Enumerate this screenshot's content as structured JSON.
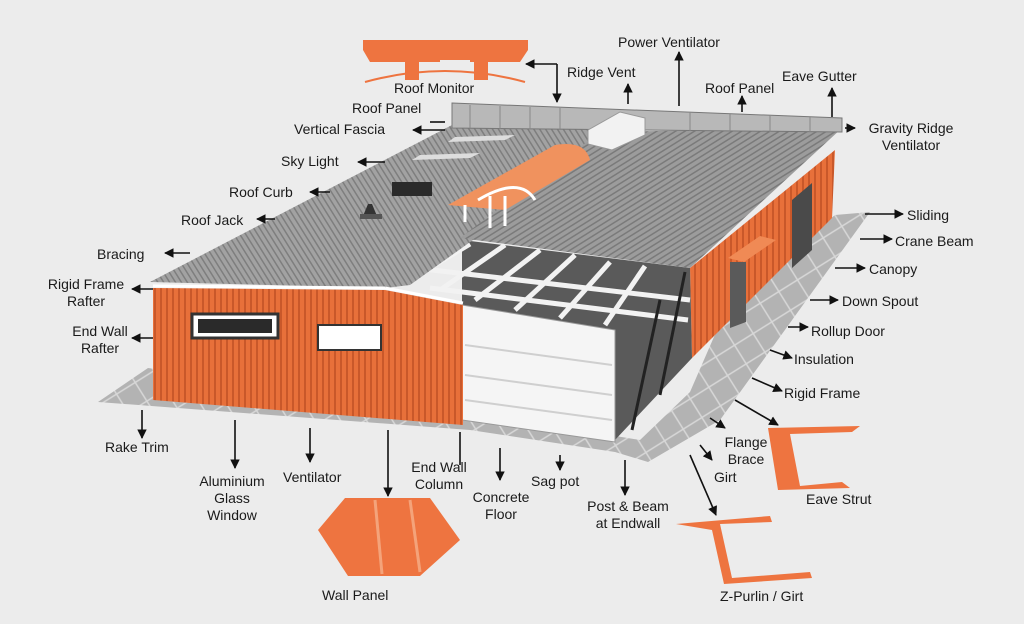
{
  "colors": {
    "background": "#ececec",
    "wall_orange": "#e8703a",
    "roof_gray": "#9a9a9a",
    "floor_gray": "#a8a8a8",
    "component_orange": "#ee7440",
    "arrow": "#111111"
  },
  "labels": {
    "roof_monitor": "Roof Monitor",
    "power_ventilator": "Power Ventilator",
    "ridge_vent": "Ridge Vent",
    "roof_panel_right": "Roof Panel",
    "eave_gutter": "Eave Gutter",
    "roof_panel_left": "Roof Panel",
    "vertical_fascia": "Vertical Fascia",
    "gravity_ridge_ventilator": "Gravity Ridge\nVentilator",
    "sky_light": "Sky Light",
    "roof_curb": "Roof Curb",
    "roof_jack": "Roof Jack",
    "sliding": "Sliding",
    "bracing": "Bracing",
    "crane_beam": "Crane Beam",
    "canopy": "Canopy",
    "rigid_frame_rafter": "Rigid Frame\nRafter",
    "down_spout": "Down Spout",
    "end_wall_rafter": "End Wall\nRafter",
    "rollup_door": "Rollup Door",
    "insulation": "Insulation",
    "rigid_frame": "Rigid Frame",
    "flange_brace": "Flange\nBrace",
    "rake_trim": "Rake Trim",
    "eave_strut": "Eave Strut",
    "aluminium_glass_window": "Aluminium\nGlass\nWindow",
    "ventilator": "Ventilator",
    "end_wall_column": "End Wall\nColumn",
    "sag_pot": "Sag pot",
    "concrete_floor": "Concrete\nFloor",
    "girt": "Girt",
    "post_beam_endwall": "Post & Beam\nat Endwall",
    "wall_panel": "Wall Panel",
    "z_purlin_girt": "Z-Purlin / Girt"
  }
}
